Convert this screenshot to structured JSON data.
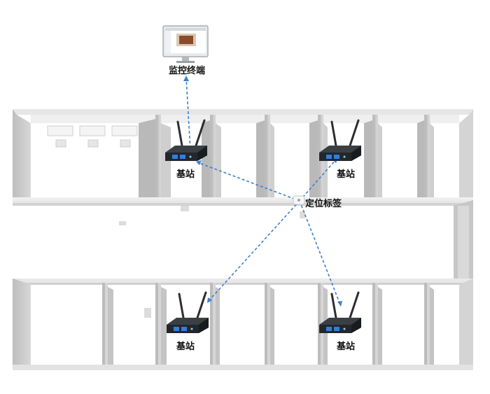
{
  "labels": {
    "monitor": "监控终端",
    "tag": "定位标签",
    "base_station": "基站"
  },
  "colors": {
    "wall_top": "#ececec",
    "wall_side": "#c9c9c9",
    "floor": "#ffffff",
    "link_line": "#3d7fd0",
    "router_body": "#2b2f33"
  },
  "icons": [
    "monitor-terminal-icon",
    "router-base-station-icon",
    "location-tag-icon",
    "desk-icon"
  ]
}
